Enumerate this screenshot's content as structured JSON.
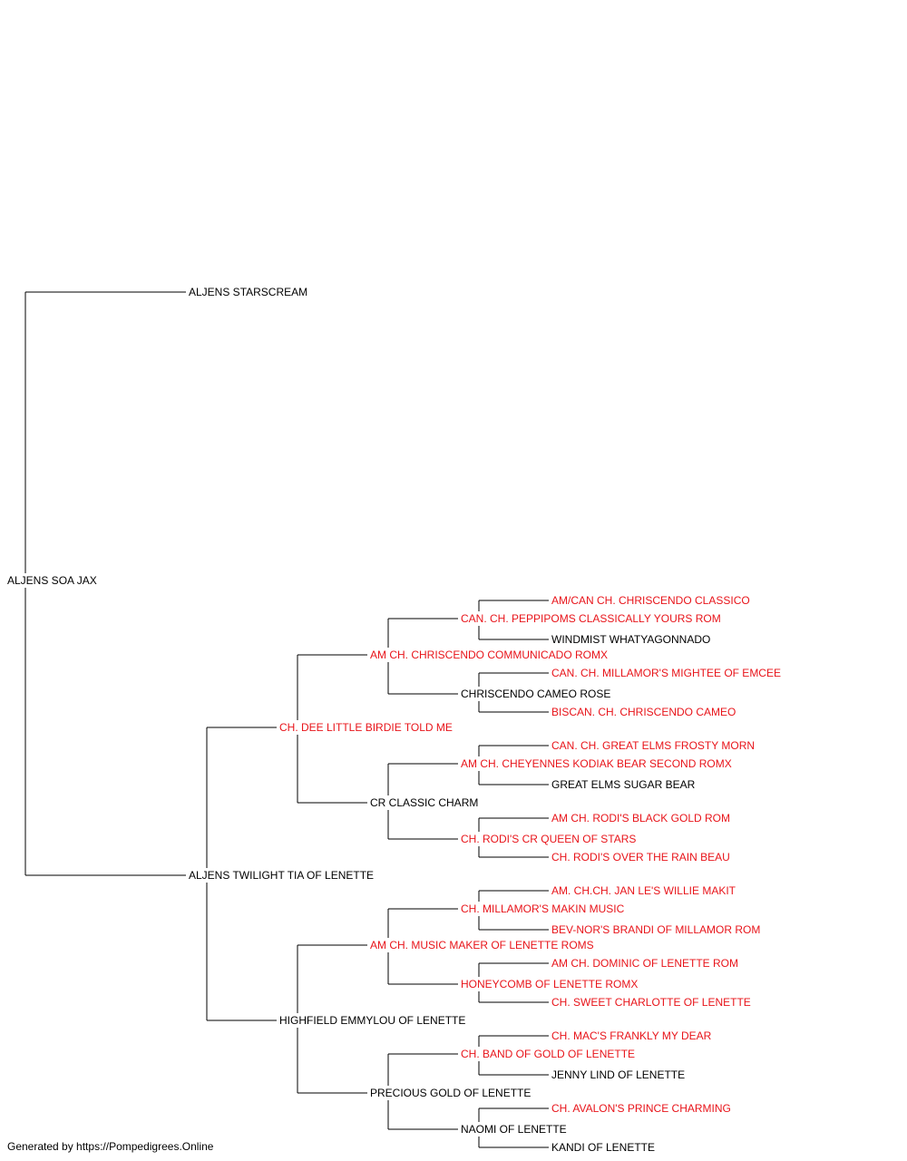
{
  "colors": {
    "champion": "#e8141a",
    "normal": "#000000",
    "line": "#000000"
  },
  "dog": {
    "name": "ALJENS SOA JAX"
  },
  "sire": {
    "name": "ALJENS STARSCREAM"
  },
  "dam": {
    "name": "ALJENS TWILIGHT TIA OF LENETTE"
  },
  "dam_sire": {
    "name": "CH. DEE LITTLE BIRDIE TOLD ME",
    "champion": true
  },
  "dam_dam": {
    "name": "HIGHFIELD EMMYLOU OF LENETTE"
  },
  "g3": [
    {
      "name": "AM CH. CHRISCENDO COMMUNICADO ROMX",
      "champion": true
    },
    {
      "name": "CR CLASSIC CHARM"
    },
    {
      "name": "AM CH. MUSIC MAKER OF LENETTE ROMS",
      "champion": true
    },
    {
      "name": "PRECIOUS GOLD OF LENETTE"
    }
  ],
  "g4": [
    {
      "name": "CAN. CH. PEPPIPOMS CLASSICALLY YOURS ROM",
      "champion": true
    },
    {
      "name": "CHRISCENDO CAMEO ROSE"
    },
    {
      "name": "AM CH. CHEYENNES KODIAK BEAR SECOND ROMX",
      "champion": true
    },
    {
      "name": "CH. RODI'S CR QUEEN OF STARS",
      "champion": true
    },
    {
      "name": "CH. MILLAMOR'S MAKIN MUSIC",
      "champion": true
    },
    {
      "name": "HONEYCOMB OF LENETTE ROMX",
      "champion": true
    },
    {
      "name": "CH. BAND OF GOLD OF LENETTE",
      "champion": true
    },
    {
      "name": "NAOMI OF LENETTE"
    }
  ],
  "g5": [
    {
      "name": "AM/CAN CH. CHRISCENDO CLASSICO",
      "champion": true
    },
    {
      "name": "WINDMIST WHATYAGONNADO"
    },
    {
      "name": "CAN. CH. MILLAMOR'S MIGHTEE OF EMCEE",
      "champion": true
    },
    {
      "name": "BISCAN. CH. CHRISCENDO CAMEO",
      "champion": true
    },
    {
      "name": "CAN. CH. GREAT ELMS FROSTY MORN",
      "champion": true
    },
    {
      "name": "GREAT ELMS SUGAR BEAR"
    },
    {
      "name": "AM CH. RODI'S BLACK GOLD ROM",
      "champion": true
    },
    {
      "name": "CH. RODI'S OVER THE RAIN BEAU",
      "champion": true
    },
    {
      "name": "AM. CH.CH. JAN LE'S WILLIE MAKIT",
      "champion": true
    },
    {
      "name": "BEV-NOR'S BRANDI OF MILLAMOR ROM",
      "champion": true
    },
    {
      "name": "AM CH. DOMINIC OF LENETTE ROM",
      "champion": true
    },
    {
      "name": "CH. SWEET CHARLOTTE OF LENETTE",
      "champion": true
    },
    {
      "name": "CH. MAC'S FRANKLY MY DEAR",
      "champion": true
    },
    {
      "name": "JENNY LIND OF LENETTE"
    },
    {
      "name": "CH. AVALON'S PRINCE CHARMING",
      "champion": true
    },
    {
      "name": "KANDI OF LENETTE"
    }
  ],
  "footer": {
    "text": "Generated by https://Pompedigrees.Online"
  }
}
